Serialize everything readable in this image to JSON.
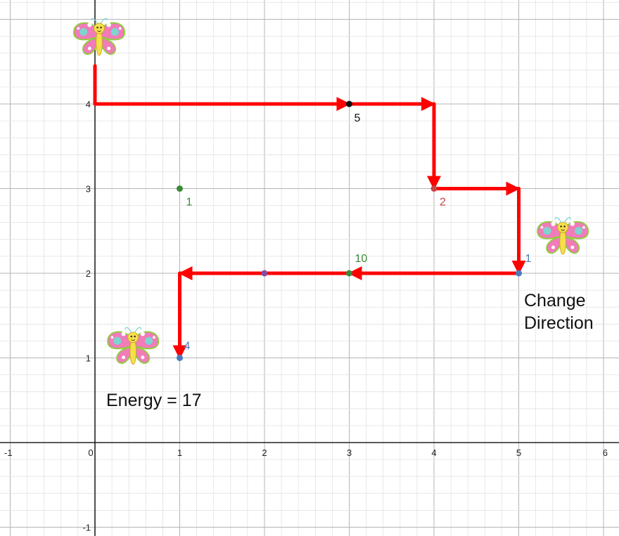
{
  "chart_data": {
    "type": "scatter",
    "title": "",
    "xlabel": "",
    "ylabel": "",
    "xlim": [
      -1,
      6
    ],
    "ylim": [
      -1,
      5
    ],
    "x_ticks": [
      -1,
      0,
      1,
      2,
      3,
      4,
      5,
      6
    ],
    "y_ticks": [
      -1,
      1,
      2,
      3,
      4
    ],
    "grid": true,
    "points": [
      {
        "x": 1,
        "y": 3,
        "label": "1",
        "color": "#3a8a3a"
      },
      {
        "x": 3,
        "y": 4,
        "label": "5",
        "color": "#111111"
      },
      {
        "x": 4,
        "y": 3,
        "label": "2",
        "color": "#cc4444"
      },
      {
        "x": 5,
        "y": 2,
        "label": "1",
        "color": "#4a7abf"
      },
      {
        "x": 3,
        "y": 2,
        "label": "10",
        "color": "#3a8a3a"
      },
      {
        "x": 2,
        "y": 2,
        "label": "",
        "color": "#8a4aa0"
      },
      {
        "x": 1,
        "y": 1,
        "label": "4",
        "color": "#4a7abf"
      }
    ],
    "path": [
      [
        0,
        4.45
      ],
      [
        0,
        4
      ],
      [
        3,
        4
      ],
      [
        4,
        4
      ],
      [
        4,
        3
      ],
      [
        5,
        3
      ],
      [
        5,
        2
      ],
      [
        3,
        2
      ],
      [
        1,
        2
      ],
      [
        1,
        1
      ]
    ],
    "path_color": "#ff0000"
  },
  "annotations": {
    "change_direction": [
      "Change",
      "Direction"
    ],
    "energy": "Energy = 17"
  },
  "icons": [
    "butterfly-icon",
    "butterfly-icon",
    "butterfly-icon"
  ]
}
